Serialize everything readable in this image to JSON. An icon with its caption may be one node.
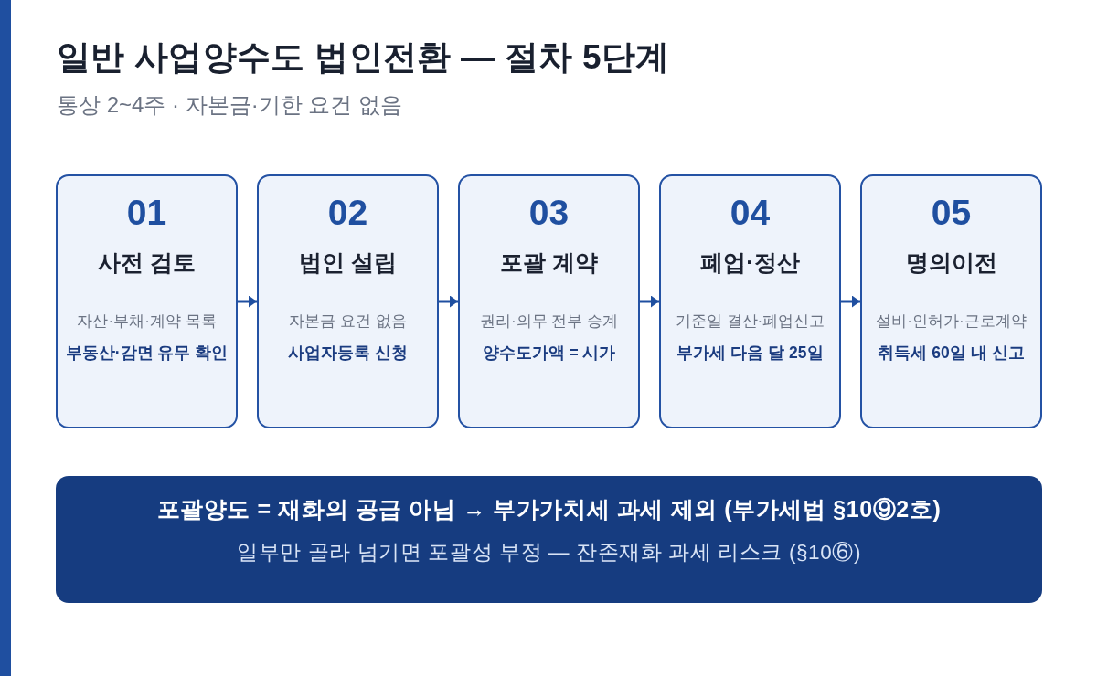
{
  "diagram": {
    "title": "일반 사업양수도 법인전환 — 절차 5단계",
    "nodes": [
      {
        "text": [
          "01",
          "사전 검토",
          "자산·부채·계약 목록",
          "부동산·감면 유무 확인"
        ]
      },
      {
        "text": [
          "02",
          "법인 설립",
          "자본금 요건 없음",
          "사업자등록 신청"
        ]
      },
      {
        "text": [
          "03",
          "포괄 계약",
          "권리·의무 전부 승계",
          "양수도가액 = 시가"
        ]
      },
      {
        "text": [
          "04",
          "폐업·정산",
          "기준일 결산·폐업신고",
          "부가세 다음 달 25일"
        ]
      },
      {
        "text": [
          "05",
          "명의이전",
          "설비·인허가·근로계약",
          "취득세 60일 내 신고"
        ]
      },
      {
        "text": [
          "포괄양도 = 재화의 공급 아님 → 부가가치세 과세 제외 (부가세법 §10⑨2호)",
          "일부만 골라 넘기면 포괄성 부정 — 잔존재화 과세 리스크 (§10⑥)"
        ]
      }
    ],
    "edges": [
      {
        "from": 0,
        "to": 1,
        "arrow": "to"
      },
      {
        "from": 1,
        "to": 2,
        "arrow": "to"
      },
      {
        "from": 2,
        "to": 3,
        "arrow": "to"
      },
      {
        "from": 3,
        "to": 4,
        "arrow": "to"
      }
    ],
    "labels": [
      "통상 2~4주 · 자본금·기한 요건 없음"
    ]
  }
}
